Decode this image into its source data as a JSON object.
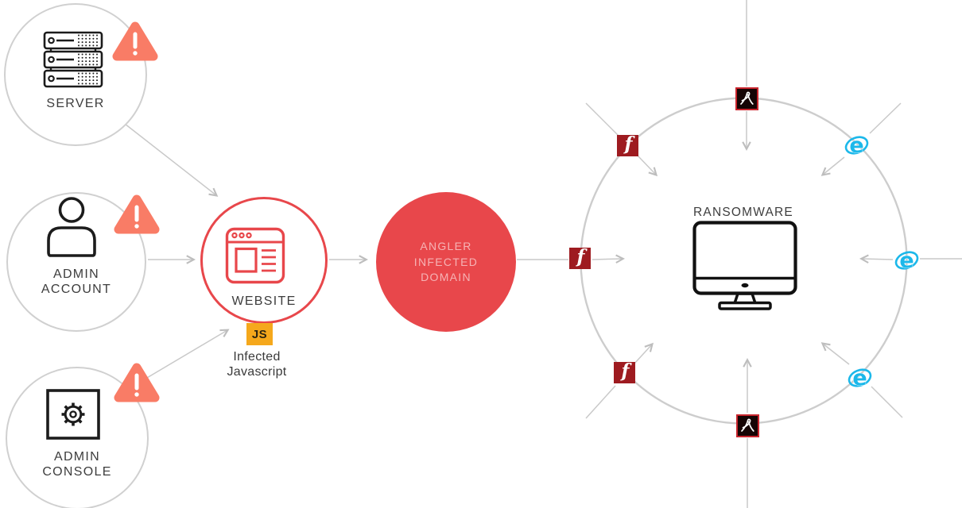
{
  "nodes": {
    "server": {
      "label": "SERVER",
      "icon": "server-rack-icon",
      "alert_icon": "warning-triangle-icon"
    },
    "admin_account": {
      "label": "ADMIN\nACCOUNT",
      "icon": "user-icon",
      "alert_icon": "warning-triangle-icon"
    },
    "admin_console": {
      "label": "ADMIN\nCONSOLE",
      "icon": "gear-console-icon",
      "alert_icon": "warning-triangle-icon"
    },
    "website": {
      "label": "WEBSITE",
      "icon": "browser-window-icon",
      "badge_label": "JS",
      "caption": "Infected\nJavascript"
    },
    "angler_domain": {
      "label": "ANGLER\nINFECTED\nDOMAIN"
    },
    "ransomware": {
      "label": "RANSOMWARE",
      "icon": "desktop-monitor-icon"
    }
  },
  "attack_vectors": {
    "ring_icons": [
      {
        "position": "top",
        "icon": "acrobat-pdf-icon"
      },
      {
        "position": "top-left",
        "icon": "flash-icon"
      },
      {
        "position": "left",
        "icon": "flash-icon"
      },
      {
        "position": "bottom-left",
        "icon": "flash-icon"
      },
      {
        "position": "bottom",
        "icon": "acrobat-pdf-icon"
      },
      {
        "position": "bottom-right",
        "icon": "ie-browser-icon"
      },
      {
        "position": "right",
        "icon": "ie-browser-icon"
      },
      {
        "position": "top-right",
        "icon": "ie-browser-icon"
      }
    ]
  },
  "colors": {
    "red": "#e8474b",
    "salmon_alert": "#f97c66",
    "flash_maroon": "#9e1b20",
    "acrobat_red": "#c9252d",
    "acrobat_black": "#150404",
    "ie_blue": "#1cb8ea",
    "js_yellow": "#f5a81c",
    "line_gray": "#c9c9c9",
    "ring_gray": "#cdcdcd",
    "circle_gray": "#d0d0d0",
    "text_dark": "#3d3d3d"
  }
}
